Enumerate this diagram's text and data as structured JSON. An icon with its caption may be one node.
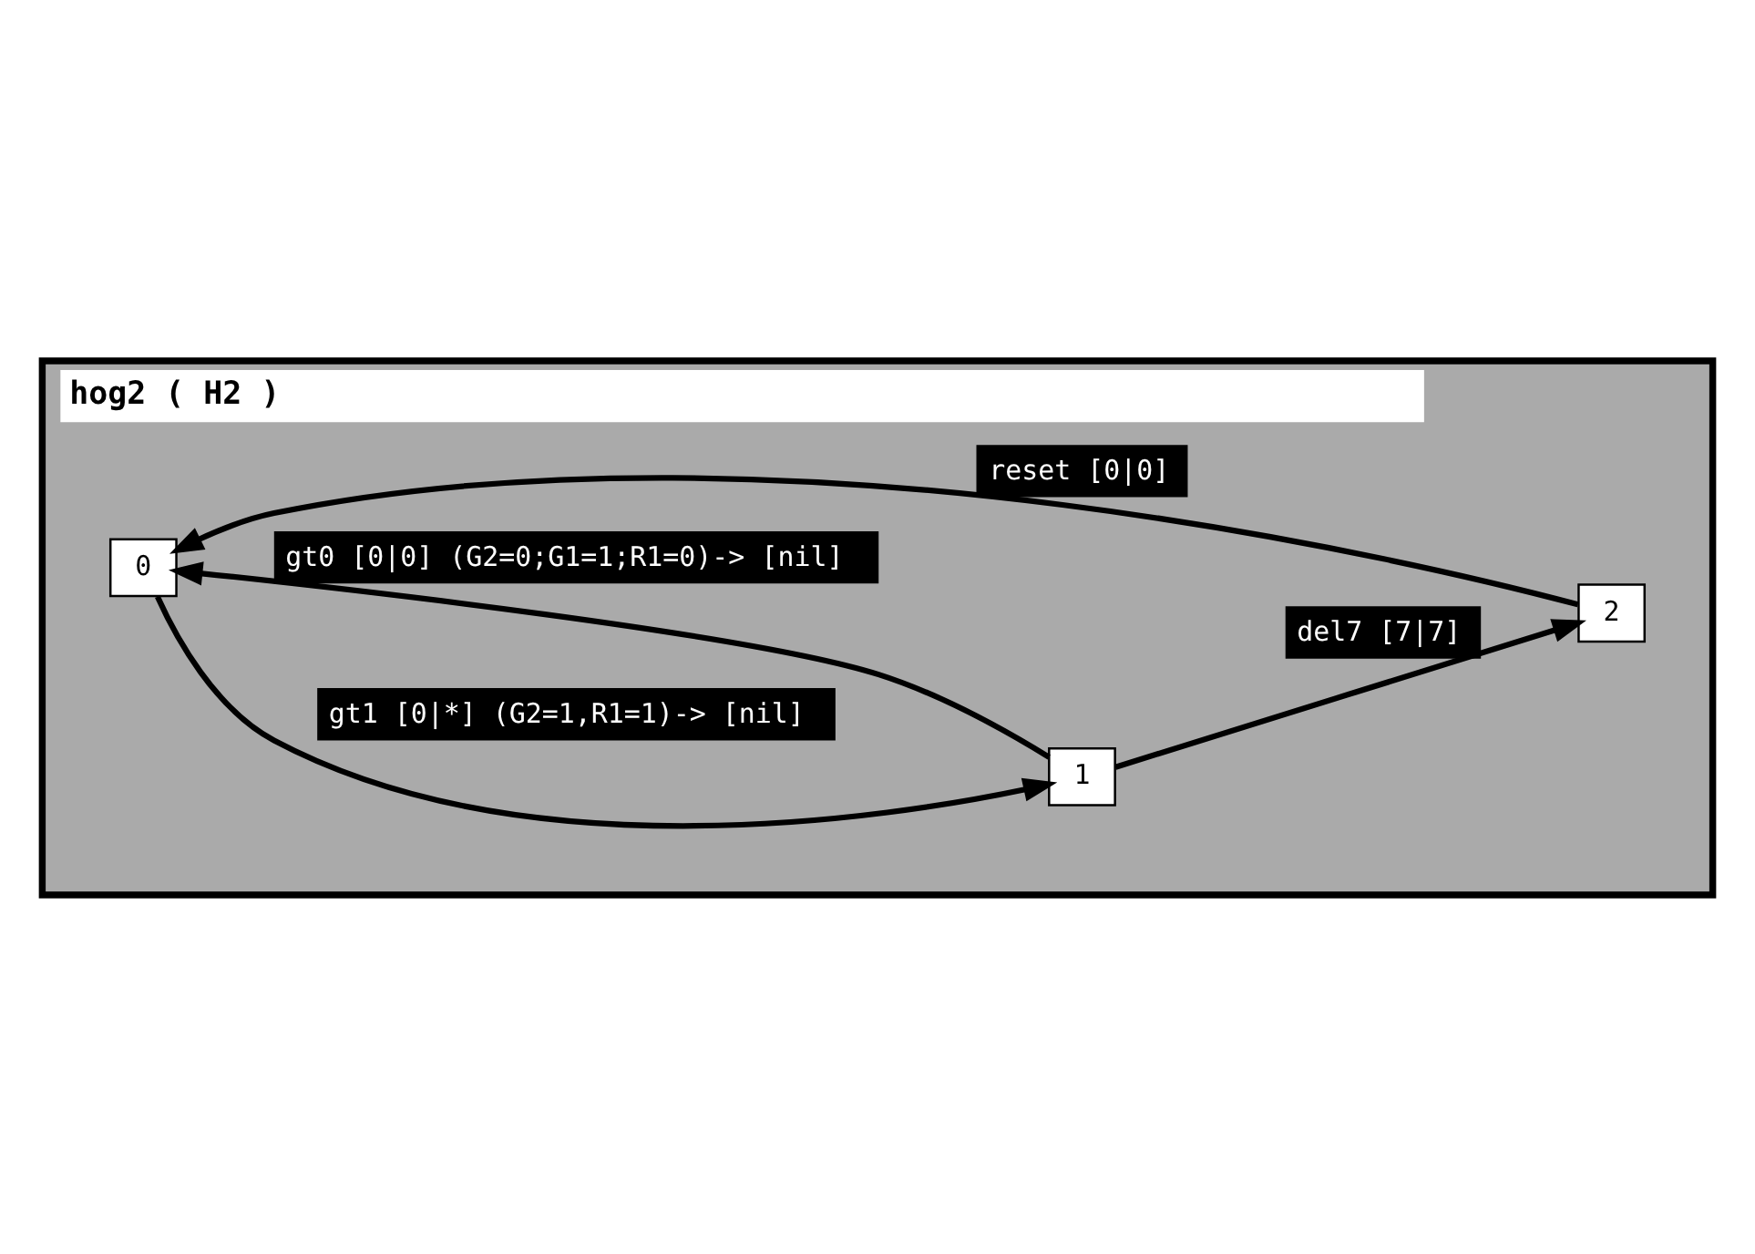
{
  "diagram": {
    "nodes": [
      {
        "text": [
          "hog2 ( H2 )"
        ]
      },
      {
        "text": [
          "0"
        ],
        "in": 0
      },
      {
        "text": [
          "1"
        ],
        "in": 0
      },
      {
        "text": [
          "2"
        ],
        "in": 0
      }
    ],
    "edges": [
      {
        "from": 1,
        "to": 2,
        "arrow": "to",
        "label": "gt1 [0|*] (G2=1,R1=1)-> [nil]"
      },
      {
        "from": 2,
        "to": 3,
        "arrow": "to",
        "label": "del7 [7|7]"
      },
      {
        "from": 3,
        "to": 1,
        "arrow": "to",
        "label": "reset [0|0]"
      },
      {
        "from": 2,
        "to": 1,
        "arrow": "to",
        "label": "gt0 [0|0] (G2=0;G1=1;R1=0)-> [nil]"
      }
    ]
  }
}
